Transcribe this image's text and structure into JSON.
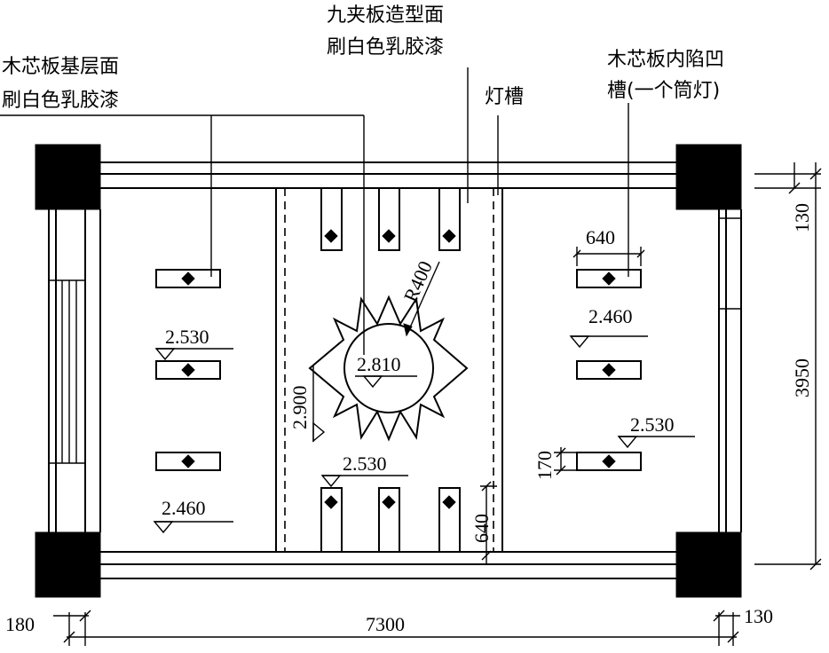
{
  "labels": {
    "wood_base_l1": "木芯板基层面",
    "wood_base_l2": "刷白色乳胶漆",
    "ply_l1": "九夹板造型面",
    "ply_l2": "刷白色乳胶漆",
    "light_trough": "灯槽",
    "recess_l1": "木芯板内陷凹",
    "recess_l2": "槽(一个筒灯)"
  },
  "elevations": {
    "left_upper": "2.530",
    "left_lower": "2.460",
    "center_circle": "2.810",
    "center_side": "2.900",
    "center_lower": "2.530",
    "right_upper": "2.460",
    "right_lower": "2.530"
  },
  "dimensions": {
    "radius": "R400",
    "slot_width": "640",
    "top_offset": "130",
    "total_height": "3950",
    "slot_height": "170",
    "trough_depth": "640",
    "left_offset": "180",
    "total_width": "7300",
    "right_offset": "130"
  }
}
